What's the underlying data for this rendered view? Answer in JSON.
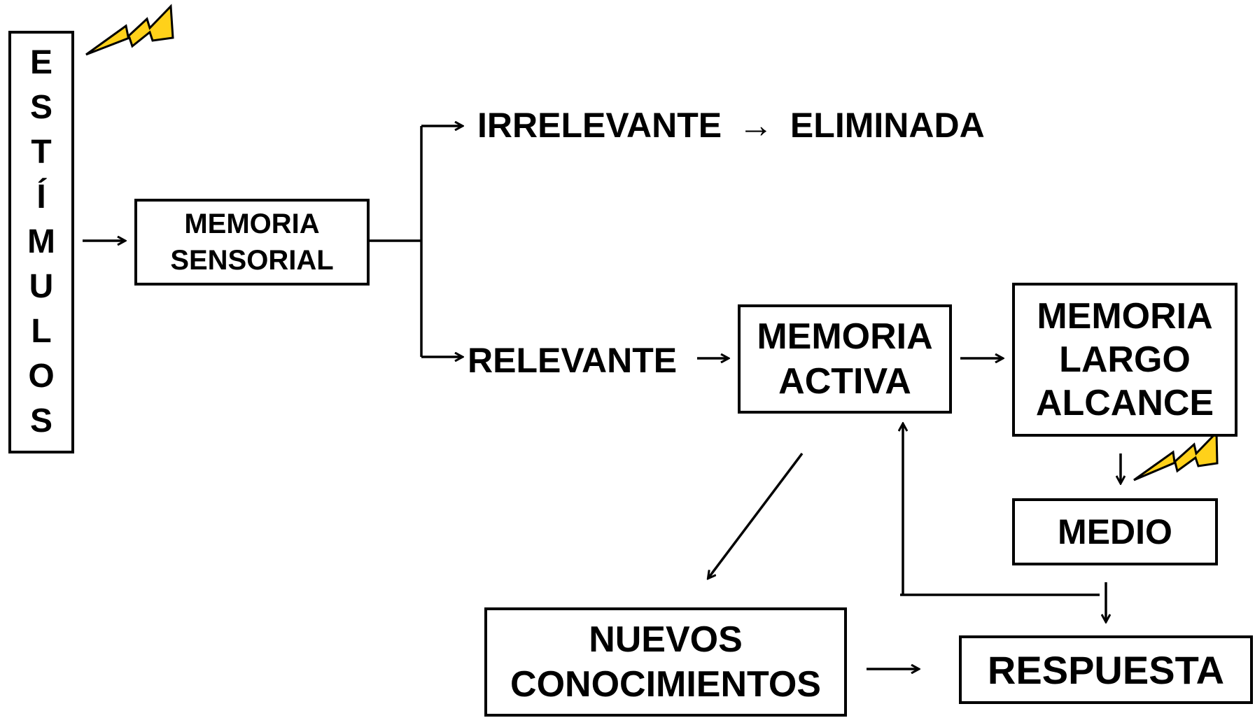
{
  "estimulos": {
    "letters": [
      "E",
      "S",
      "T",
      "Í",
      "M",
      "U",
      "L",
      "O",
      "S"
    ]
  },
  "memoria_sensorial": {
    "line1": "MEMORIA",
    "line2": "SENSORIAL"
  },
  "irrelevante": {
    "label": "IRRELEVANTE",
    "arrow": "→",
    "result": "ELIMINADA"
  },
  "relevante": {
    "label": "RELEVANTE"
  },
  "memoria_activa": {
    "line1": "MEMORIA",
    "line2": "ACTIVA"
  },
  "memoria_largo_alcance": {
    "line1": "MEMORIA",
    "line2": "LARGO",
    "line3": "ALCANCE"
  },
  "medio": {
    "label": "MEDIO"
  },
  "nuevos_conocimientos": {
    "line1": "NUEVOS",
    "line2": "CONOCIMIENTOS"
  },
  "respuesta": {
    "label": "RESPUESTA"
  },
  "colors": {
    "lightning": "#FFD11A",
    "stroke": "#000000"
  }
}
